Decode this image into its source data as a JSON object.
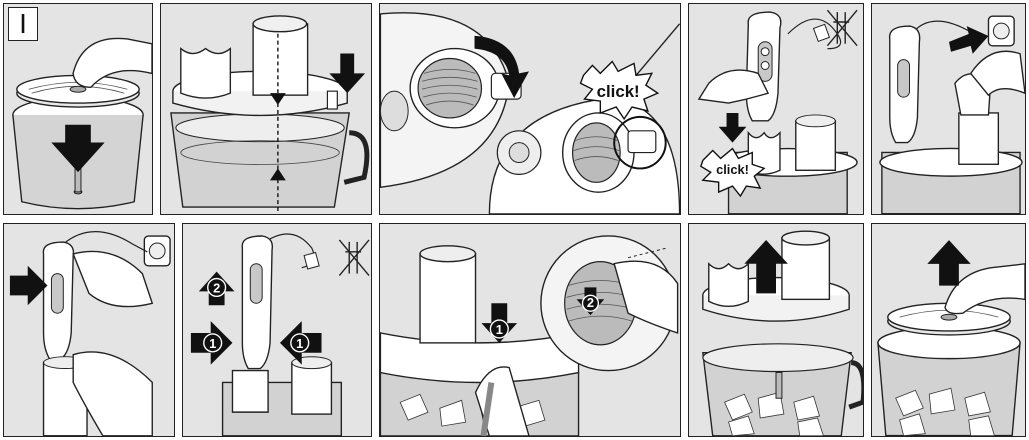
{
  "step_label": "I",
  "panels": [
    {
      "id": "p1"
    },
    {
      "id": "p2"
    },
    {
      "id": "p3",
      "callout": "click!"
    },
    {
      "id": "p4",
      "callout": "click!"
    },
    {
      "id": "p5"
    },
    {
      "id": "p6"
    },
    {
      "id": "p7",
      "markers": [
        "2",
        "1",
        "1"
      ]
    },
    {
      "id": "p8",
      "markers": [
        "1",
        "2"
      ]
    },
    {
      "id": "p9"
    },
    {
      "id": "p10"
    }
  ],
  "colors": {
    "panel_bg": "#e4e4e4",
    "outline": "#222222",
    "arrow": "#111111",
    "appliance": "#ffffff",
    "bowl": "#d0d0d0"
  },
  "icons": [
    "arrow-down-icon",
    "arrow-up-icon",
    "arrow-right-icon",
    "plug-icon",
    "unplugged-icon",
    "click-burst-icon",
    "hand-icon"
  ]
}
